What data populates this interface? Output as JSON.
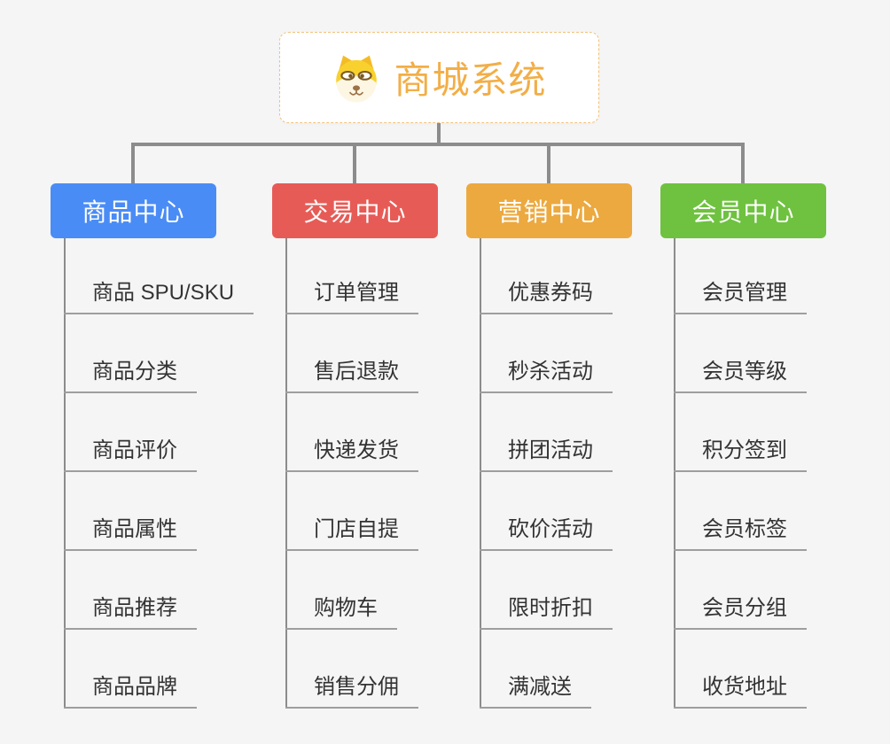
{
  "page": {
    "background_color": "#f5f5f5",
    "line_color": "#8c8c8c",
    "leaf_line_color": "#9e9e9e"
  },
  "root": {
    "title": "商城系统",
    "icon": "shiba-dog-icon",
    "title_color": "#f2ae47",
    "border_color": "#f2c27d"
  },
  "branches": [
    {
      "label": "商品中心",
      "color": "#4a8cf5",
      "children": [
        "商品 SPU/SKU",
        "商品分类",
        "商品评价",
        "商品属性",
        "商品推荐",
        "商品品牌"
      ]
    },
    {
      "label": "交易中心",
      "color": "#e75b56",
      "children": [
        "订单管理",
        "售后退款",
        "快递发货",
        "门店自提",
        "购物车",
        "销售分佣"
      ]
    },
    {
      "label": "营销中心",
      "color": "#eca93f",
      "children": [
        "优惠券码",
        "秒杀活动",
        "拼团活动",
        "砍价活动",
        "限时折扣",
        "满减送"
      ]
    },
    {
      "label": "会员中心",
      "color": "#6ec23f",
      "children": [
        "会员管理",
        "会员等级",
        "积分签到",
        "会员标签",
        "会员分组",
        "收货地址"
      ]
    }
  ]
}
